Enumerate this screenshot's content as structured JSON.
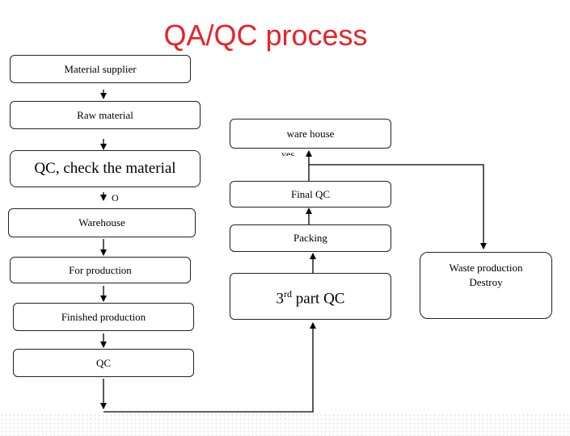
{
  "title": "QA/QC process",
  "boxes": {
    "material_supplier": "Material supplier",
    "raw_material": "Raw material",
    "qc_check": "QC, check the material",
    "warehouse": "Warehouse",
    "for_production": "For production",
    "finished_production": "Finished production",
    "qc": "QC",
    "third_part_qc_prefix": "3",
    "third_part_qc_sup": "rd",
    "third_part_qc_suffix": " part QC",
    "packing": "Packing",
    "final_qc": "Final QC",
    "ware_house": "ware house",
    "waste_line1": "Waste production",
    "waste_line2": "Destroy"
  },
  "notes": {
    "yes": "yes",
    "o": "O"
  }
}
